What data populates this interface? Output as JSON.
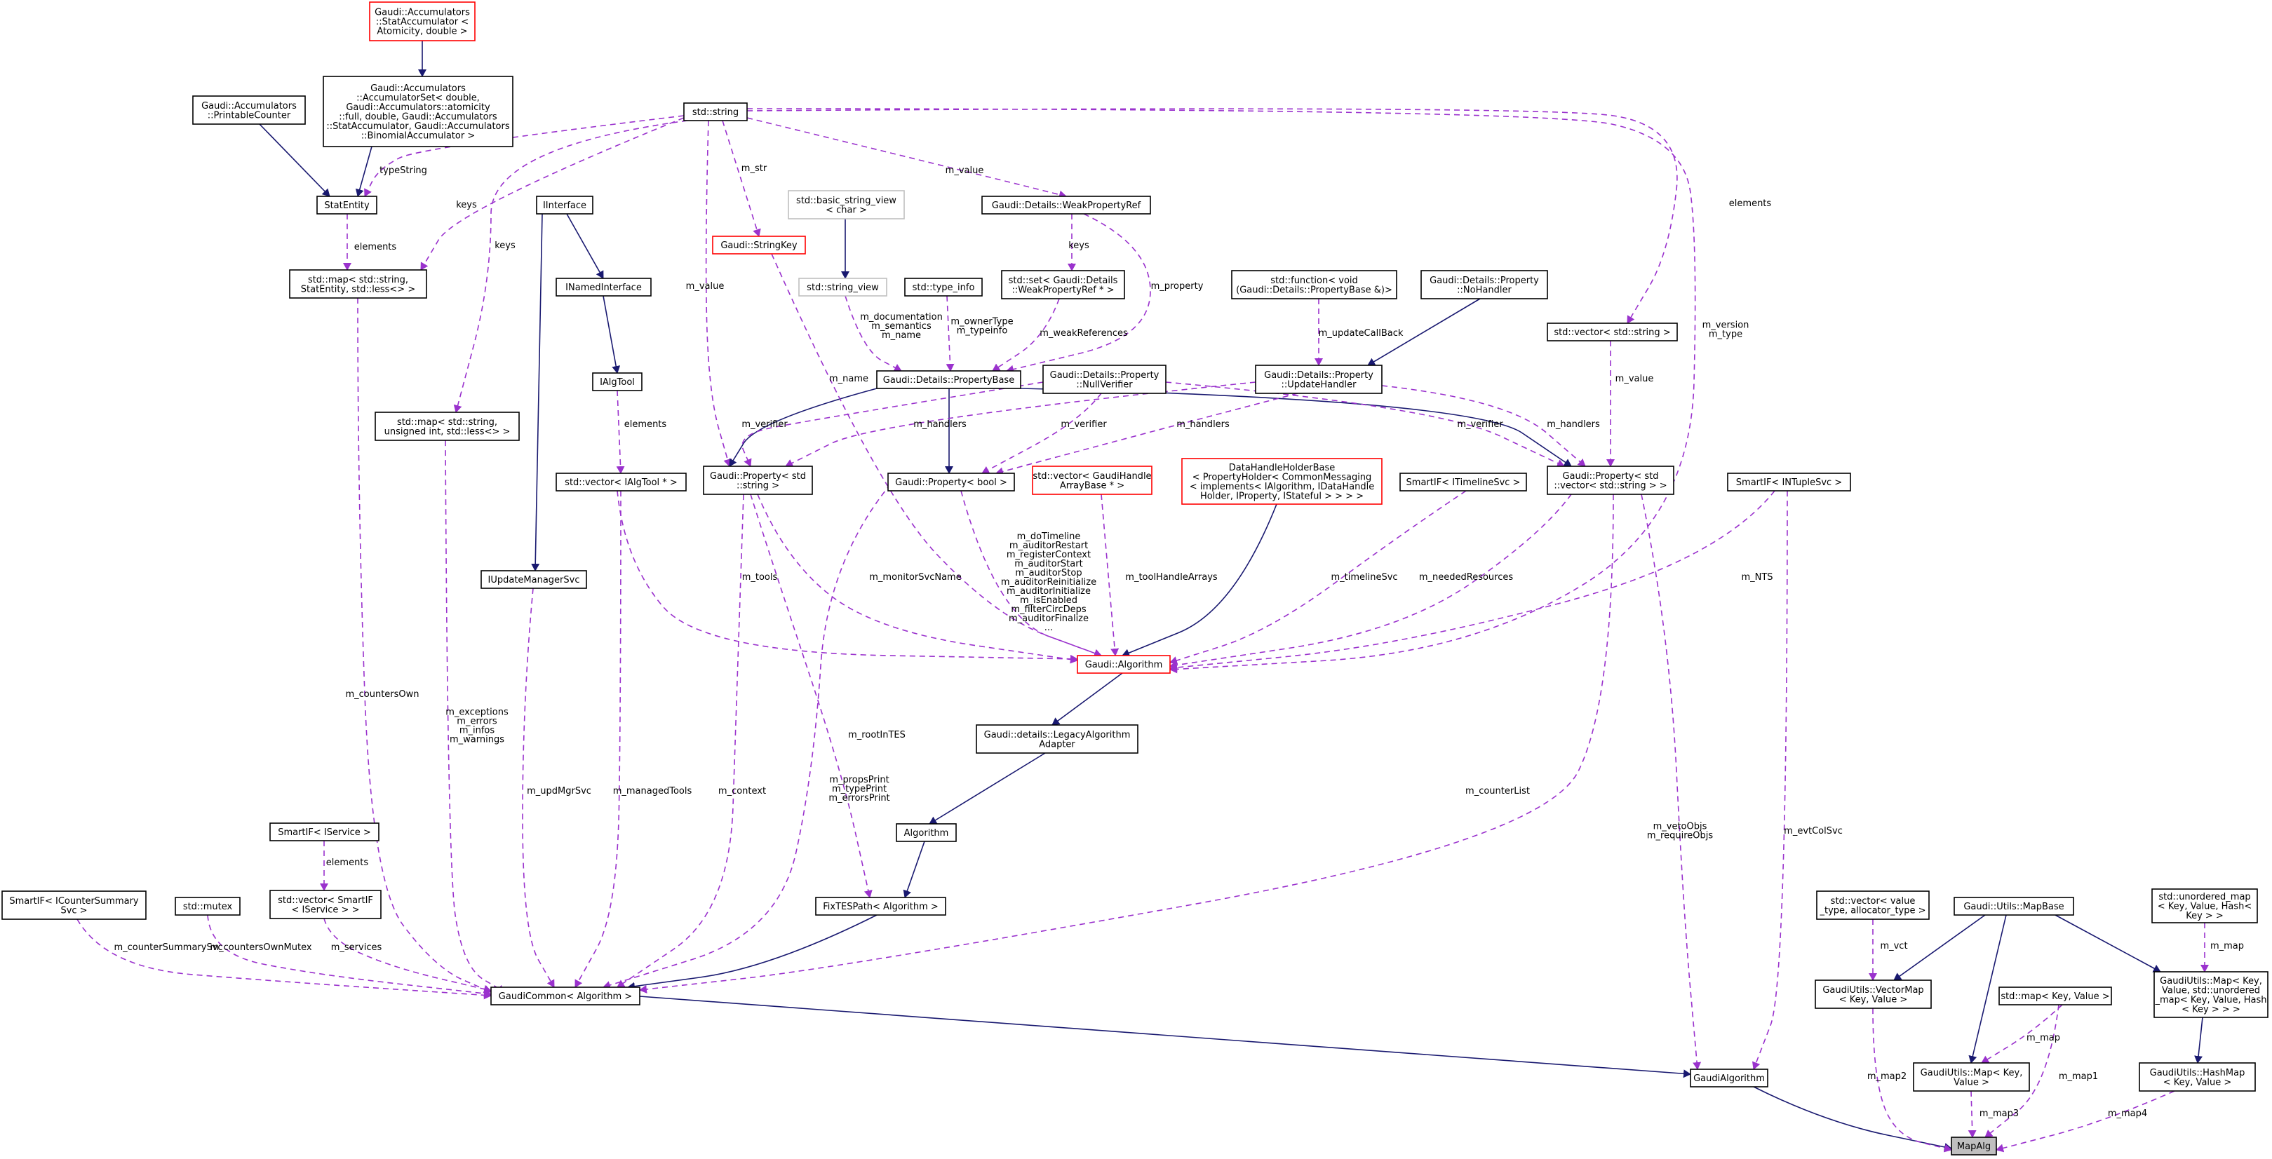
{
  "nodes": [
    {
      "id": "stat_accumulator",
      "lines": [
        "Gaudi::Accumulators",
        "::StatAccumulator <",
        "Atomicity, double >"
      ],
      "style": "red"
    },
    {
      "id": "accumulator_set",
      "lines": [
        "Gaudi::Accumulators",
        "::AccumulatorSet< double,",
        "Gaudi::Accumulators::atomicity",
        "::full, double, Gaudi::Accumulators",
        "::StatAccumulator, Gaudi::Accumulators",
        "::BinomialAccumulator >"
      ],
      "style": "normal"
    },
    {
      "id": "printable_counter",
      "lines": [
        "Gaudi::Accumulators",
        "::PrintableCounter"
      ],
      "style": "normal"
    },
    {
      "id": "std_string",
      "lines": [
        "std::string"
      ],
      "style": "normal"
    },
    {
      "id": "stat_entity",
      "lines": [
        "StatEntity"
      ],
      "style": "normal"
    },
    {
      "id": "iinterface",
      "lines": [
        "IInterface"
      ],
      "style": "normal"
    },
    {
      "id": "std_basic_string_view",
      "lines": [
        "std::basic_string_view",
        "< char >"
      ],
      "style": "grey"
    },
    {
      "id": "weak_property_ref",
      "lines": [
        "Gaudi::Details::WeakPropertyRef"
      ],
      "style": "normal"
    },
    {
      "id": "gaudi_stringkey",
      "lines": [
        "Gaudi::StringKey"
      ],
      "style": "red"
    },
    {
      "id": "map_string_statentity",
      "lines": [
        "std::map< std::string,",
        "StatEntity, std::less<> >"
      ],
      "style": "normal"
    },
    {
      "id": "inamed_interface",
      "lines": [
        "INamedInterface"
      ],
      "style": "normal"
    },
    {
      "id": "std_string_view",
      "lines": [
        "std::string_view"
      ],
      "style": "grey"
    },
    {
      "id": "std_type_info",
      "lines": [
        "std::type_info"
      ],
      "style": "normal"
    },
    {
      "id": "set_weakpropref",
      "lines": [
        "std::set< Gaudi::Details",
        "::WeakPropertyRef * >"
      ],
      "style": "normal"
    },
    {
      "id": "std_function_void",
      "lines": [
        "std::function< void",
        "(Gaudi::Details::PropertyBase &)>"
      ],
      "style": "normal"
    },
    {
      "id": "property_nohandler",
      "lines": [
        "Gaudi::Details::Property",
        "::NoHandler"
      ],
      "style": "normal"
    },
    {
      "id": "vector_string",
      "lines": [
        "std::vector< std::string >"
      ],
      "style": "normal"
    },
    {
      "id": "ialgtool",
      "lines": [
        "IAlgTool"
      ],
      "style": "normal"
    },
    {
      "id": "property_base",
      "lines": [
        "Gaudi::Details::PropertyBase"
      ],
      "style": "normal"
    },
    {
      "id": "null_verifier",
      "lines": [
        "Gaudi::Details::Property",
        "::NullVerifier"
      ],
      "style": "normal"
    },
    {
      "id": "update_handler",
      "lines": [
        "Gaudi::Details::Property",
        "::UpdateHandler"
      ],
      "style": "normal"
    },
    {
      "id": "map_string_uint",
      "lines": [
        "std::map< std::string,",
        "unsigned int, std::less<> >"
      ],
      "style": "normal"
    },
    {
      "id": "vector_ialgtool",
      "lines": [
        "std::vector< IAlgTool * >"
      ],
      "style": "normal"
    },
    {
      "id": "property_string",
      "lines": [
        "Gaudi::Property< std",
        "::string >"
      ],
      "style": "normal"
    },
    {
      "id": "property_bool",
      "lines": [
        "Gaudi::Property< bool >"
      ],
      "style": "normal"
    },
    {
      "id": "vector_gaudihandle",
      "lines": [
        "std::vector< GaudiHandle",
        "ArrayBase * >"
      ],
      "style": "red"
    },
    {
      "id": "datahandle_holder",
      "lines": [
        "DataHandleHolderBase",
        "< PropertyHolder< CommonMessaging",
        "< implements< IAlgorithm, IDataHandle",
        "Holder, IProperty, IStateful > > > >"
      ],
      "style": "red"
    },
    {
      "id": "smartif_itimeline",
      "lines": [
        "SmartIF< ITimelineSvc >"
      ],
      "style": "normal"
    },
    {
      "id": "property_vector_string",
      "lines": [
        "Gaudi::Property< std",
        "::vector< std::string > >"
      ],
      "style": "normal"
    },
    {
      "id": "smartif_intuple",
      "lines": [
        "SmartIF< INTupleSvc >"
      ],
      "style": "normal"
    },
    {
      "id": "iupdate_manager",
      "lines": [
        "IUpdateManagerSvc"
      ],
      "style": "normal"
    },
    {
      "id": "gaudi_algorithm",
      "lines": [
        "Gaudi::Algorithm"
      ],
      "style": "red"
    },
    {
      "id": "legacy_adapter",
      "lines": [
        "Gaudi::details::LegacyAlgorithm",
        "Adapter"
      ],
      "style": "normal"
    },
    {
      "id": "algorithm",
      "lines": [
        "Algorithm"
      ],
      "style": "normal"
    },
    {
      "id": "smartif_iservice",
      "lines": [
        "SmartIF< IService >"
      ],
      "style": "normal"
    },
    {
      "id": "smartif_icountersummary",
      "lines": [
        "SmartIF< ICounterSummary",
        "Svc >"
      ],
      "style": "normal"
    },
    {
      "id": "std_mutex",
      "lines": [
        "std::mutex"
      ],
      "style": "normal"
    },
    {
      "id": "vector_smartif_iservice",
      "lines": [
        "std::vector< SmartIF",
        "< IService > >"
      ],
      "style": "normal"
    },
    {
      "id": "fixtespath",
      "lines": [
        "FixTESPath< Algorithm >"
      ],
      "style": "normal"
    },
    {
      "id": "gaudi_common",
      "lines": [
        "GaudiCommon< Algorithm >"
      ],
      "style": "normal"
    },
    {
      "id": "vector_value_alloc",
      "lines": [
        "std::vector< value",
        "_type, allocator_type >"
      ],
      "style": "normal"
    },
    {
      "id": "utils_mapbase",
      "lines": [
        "Gaudi::Utils::MapBase"
      ],
      "style": "normal"
    },
    {
      "id": "unordered_map",
      "lines": [
        "std::unordered_map",
        "< Key, Value, Hash<",
        "Key > >"
      ],
      "style": "normal"
    },
    {
      "id": "vectormap",
      "lines": [
        "GaudiUtils::VectorMap",
        "< Key, Value >"
      ],
      "style": "normal"
    },
    {
      "id": "std_map_kv",
      "lines": [
        "std::map< Key, Value >"
      ],
      "style": "normal"
    },
    {
      "id": "utils_map_unordered",
      "lines": [
        "GaudiUtils::Map< Key,",
        "Value, std::unordered",
        "_map< Key, Value, Hash",
        "< Key > > >"
      ],
      "style": "normal"
    },
    {
      "id": "gaudi_algorithm2",
      "lines": [
        "GaudiAlgorithm"
      ],
      "style": "normal"
    },
    {
      "id": "utils_map_kv",
      "lines": [
        "GaudiUtils::Map< Key,",
        "Value >"
      ],
      "style": "normal"
    },
    {
      "id": "hashmap",
      "lines": [
        "GaudiUtils::HashMap",
        "< Key, Value >"
      ],
      "style": "normal"
    },
    {
      "id": "mapalg",
      "lines": [
        "MapAlg"
      ],
      "style": "current"
    }
  ],
  "edges": [
    {
      "from": "stat_accumulator",
      "to": "accumulator_set",
      "kind": "inheritance",
      "label": []
    },
    {
      "from": "printable_counter",
      "to": "stat_entity",
      "kind": "inheritance",
      "label": []
    },
    {
      "from": "accumulator_set",
      "to": "stat_entity",
      "kind": "inheritance",
      "label": []
    },
    {
      "from": "std_string",
      "to": "stat_entity",
      "kind": "usage",
      "label": [
        "typeString"
      ]
    },
    {
      "from": "stat_entity",
      "to": "map_string_statentity",
      "kind": "usage",
      "label": [
        "elements"
      ]
    },
    {
      "from": "std_string",
      "to": "map_string_statentity",
      "kind": "usage",
      "label": [
        "keys"
      ]
    },
    {
      "from": "std_string",
      "to": "map_string_uint",
      "kind": "usage",
      "label": [
        "keys"
      ]
    },
    {
      "from": "iinterface",
      "to": "inamed_interface",
      "kind": "inheritance",
      "label": []
    },
    {
      "from": "inamed_interface",
      "to": "ialgtool",
      "kind": "inheritance",
      "label": []
    },
    {
      "from": "iinterface",
      "to": "iupdate_manager",
      "kind": "inheritance",
      "label": []
    },
    {
      "from": "std_string",
      "to": "gaudi_stringkey",
      "kind": "usage",
      "label": [
        "m_str"
      ]
    },
    {
      "from": "std_basic_string_view",
      "to": "std_string_view",
      "kind": "inheritance",
      "label": []
    },
    {
      "from": "std_string",
      "to": "weak_property_ref",
      "kind": "usage",
      "label": [
        "m_value"
      ]
    },
    {
      "from": "weak_property_ref",
      "to": "set_weakpropref",
      "kind": "usage",
      "label": [
        "keys"
      ]
    },
    {
      "from": "std_string",
      "to": "property_string",
      "kind": "usage",
      "label": [
        "m_value"
      ]
    },
    {
      "from": "std_string_view",
      "to": "property_base",
      "kind": "usage",
      "label": [
        "m_documentation",
        "m_semantics",
        "m_name"
      ]
    },
    {
      "from": "std_type_info",
      "to": "property_base",
      "kind": "usage",
      "label": [
        "m_ownerType",
        "m_typeinfo"
      ]
    },
    {
      "from": "set_weakpropref",
      "to": "property_base",
      "kind": "usage",
      "label": [
        "m_weakReferences"
      ]
    },
    {
      "from": "property_base",
      "to": "weak_property_ref",
      "kind": "usage",
      "label": [
        "m_property"
      ]
    },
    {
      "from": "std_function_void",
      "to": "update_handler",
      "kind": "usage",
      "label": [
        "m_updateCallBack"
      ]
    },
    {
      "from": "property_nohandler",
      "to": "update_handler",
      "kind": "inheritance",
      "label": []
    },
    {
      "from": "std_string",
      "to": "vector_string",
      "kind": "usage",
      "label": [
        "elements"
      ]
    },
    {
      "from": "vector_string",
      "to": "property_vector_string",
      "kind": "usage",
      "label": [
        "m_value"
      ]
    },
    {
      "from": "ialgtool",
      "to": "vector_ialgtool",
      "kind": "usage",
      "label": [
        "elements"
      ]
    },
    {
      "from": "property_base",
      "to": "property_string",
      "kind": "inheritance",
      "label": []
    },
    {
      "from": "property_base",
      "to": "property_bool",
      "kind": "inheritance",
      "label": []
    },
    {
      "from": "property_base",
      "to": "property_vector_string",
      "kind": "inheritance",
      "label": []
    },
    {
      "from": "null_verifier",
      "to": "property_string",
      "kind": "usage",
      "label": [
        "m_verifier"
      ]
    },
    {
      "from": "null_verifier",
      "to": "property_bool",
      "kind": "usage",
      "label": [
        "m_verifier"
      ]
    },
    {
      "from": "null_verifier",
      "to": "property_vector_string",
      "kind": "usage",
      "label": [
        "m_verifier"
      ]
    },
    {
      "from": "update_handler",
      "to": "property_string",
      "kind": "usage",
      "label": [
        "m_handlers"
      ]
    },
    {
      "from": "update_handler",
      "to": "property_bool",
      "kind": "usage",
      "label": [
        "m_handlers"
      ]
    },
    {
      "from": "update_handler",
      "to": "property_vector_string",
      "kind": "usage",
      "label": [
        "m_handlers"
      ]
    },
    {
      "from": "vector_ialgtool",
      "to": "gaudi_algorithm",
      "kind": "usage",
      "label": [
        "m_tools"
      ]
    },
    {
      "from": "property_string",
      "to": "gaudi_algorithm",
      "kind": "usage",
      "label": [
        "m_monitorSvcName"
      ]
    },
    {
      "from": "gaudi_stringkey",
      "to": "gaudi_algorithm",
      "kind": "usage",
      "label": [
        "m_name"
      ]
    },
    {
      "from": "property_bool",
      "to": "gaudi_algorithm",
      "kind": "usage",
      "label": [
        "m_doTimeline",
        "m_auditorRestart",
        "m_registerContext",
        "m_auditorStart",
        "m_auditorStop",
        "m_auditorReinitialize",
        "m_auditorInitialize",
        "m_isEnabled",
        "m_filterCircDeps",
        "m_auditorFinalize",
        "..."
      ]
    },
    {
      "from": "vector_gaudihandle",
      "to": "gaudi_algorithm",
      "kind": "usage",
      "label": [
        "m_toolHandleArrays"
      ]
    },
    {
      "from": "datahandle_holder",
      "to": "gaudi_algorithm",
      "kind": "inheritance",
      "label": []
    },
    {
      "from": "smartif_itimeline",
      "to": "gaudi_algorithm",
      "kind": "usage",
      "label": [
        "m_timelineSvc"
      ]
    },
    {
      "from": "property_vector_string",
      "to": "gaudi_algorithm",
      "kind": "usage",
      "label": [
        "m_neededResources"
      ]
    },
    {
      "from": "smartif_intuple",
      "to": "gaudi_algorithm",
      "kind": "usage",
      "label": [
        "m_NTS"
      ]
    },
    {
      "from": "std_string",
      "to": "gaudi_algorithm",
      "kind": "usage",
      "label": [
        "m_version",
        "m_type"
      ]
    },
    {
      "from": "gaudi_algorithm",
      "to": "legacy_adapter",
      "kind": "inheritance",
      "label": []
    },
    {
      "from": "legacy_adapter",
      "to": "algorithm",
      "kind": "inheritance",
      "label": []
    },
    {
      "from": "algorithm",
      "to": "fixtespath",
      "kind": "inheritance",
      "label": []
    },
    {
      "from": "property_string",
      "to": "fixtespath",
      "kind": "usage",
      "label": [
        "m_rootInTES"
      ]
    },
    {
      "from": "smartif_iservice",
      "to": "vector_smartif_iservice",
      "kind": "usage",
      "label": [
        "elements"
      ]
    },
    {
      "from": "fixtespath",
      "to": "gaudi_common",
      "kind": "inheritance",
      "label": []
    },
    {
      "from": "map_string_statentity",
      "to": "gaudi_common",
      "kind": "usage",
      "label": [
        "m_countersOwn"
      ]
    },
    {
      "from": "map_string_uint",
      "to": "gaudi_common",
      "kind": "usage",
      "label": [
        "m_exceptions",
        "m_errors",
        "m_infos",
        "m_warnings"
      ]
    },
    {
      "from": "iupdate_manager",
      "to": "gaudi_common",
      "kind": "usage",
      "label": [
        "m_updMgrSvc"
      ]
    },
    {
      "from": "vector_ialgtool",
      "to": "gaudi_common",
      "kind": "usage",
      "label": [
        "m_managedTools"
      ]
    },
    {
      "from": "property_string",
      "to": "gaudi_common",
      "kind": "usage",
      "label": [
        "m_context"
      ]
    },
    {
      "from": "property_bool",
      "to": "gaudi_common",
      "kind": "usage",
      "label": [
        "m_propsPrint",
        "m_typePrint",
        "m_errorsPrint"
      ]
    },
    {
      "from": "property_vector_string",
      "to": "gaudi_common",
      "kind": "usage",
      "label": [
        "m_counterList"
      ]
    },
    {
      "from": "smartif_icountersummary",
      "to": "gaudi_common",
      "kind": "usage",
      "label": [
        "m_counterSummarySvc"
      ]
    },
    {
      "from": "std_mutex",
      "to": "gaudi_common",
      "kind": "usage",
      "label": [
        "m_countersOwnMutex"
      ]
    },
    {
      "from": "vector_smartif_iservice",
      "to": "gaudi_common",
      "kind": "usage",
      "label": [
        "m_services"
      ]
    },
    {
      "from": "gaudi_common",
      "to": "gaudi_algorithm2",
      "kind": "inheritance",
      "label": []
    },
    {
      "from": "property_vector_string",
      "to": "gaudi_algorithm2",
      "kind": "usage",
      "label": [
        "m_vetoObjs",
        "m_requireObjs"
      ]
    },
    {
      "from": "smartif_intuple",
      "to": "gaudi_algorithm2",
      "kind": "usage",
      "label": [
        "m_evtColSvc"
      ]
    },
    {
      "from": "vector_value_alloc",
      "to": "vectormap",
      "kind": "usage",
      "label": [
        "m_vct"
      ]
    },
    {
      "from": "utils_mapbase",
      "to": "vectormap",
      "kind": "inheritance",
      "label": []
    },
    {
      "from": "utils_mapbase",
      "to": "utils_map_kv",
      "kind": "inheritance",
      "label": []
    },
    {
      "from": "utils_mapbase",
      "to": "utils_map_unordered",
      "kind": "inheritance",
      "label": []
    },
    {
      "from": "unordered_map",
      "to": "utils_map_unordered",
      "kind": "usage",
      "label": [
        "m_map"
      ]
    },
    {
      "from": "std_map_kv",
      "to": "utils_map_kv",
      "kind": "usage",
      "label": [
        "m_map"
      ]
    },
    {
      "from": "utils_map_unordered",
      "to": "hashmap",
      "kind": "inheritance",
      "label": []
    },
    {
      "from": "gaudi_algorithm2",
      "to": "mapalg",
      "kind": "inheritance",
      "label": []
    },
    {
      "from": "vectormap",
      "to": "mapalg",
      "kind": "usage",
      "label": [
        "m_map2"
      ]
    },
    {
      "from": "utils_map_kv",
      "to": "mapalg",
      "kind": "usage",
      "label": [
        "m_map3"
      ]
    },
    {
      "from": "std_map_kv",
      "to": "mapalg",
      "kind": "usage",
      "label": [
        "m_map1"
      ]
    },
    {
      "from": "hashmap",
      "to": "mapalg",
      "kind": "usage",
      "label": [
        "m_map4"
      ]
    }
  ],
  "colors": {
    "inheritance": "#191970",
    "usage": "#9a32cd",
    "node_border": "#000000",
    "node_border_red": "#ff0000",
    "node_border_grey": "#bfbfbf",
    "current_fill": "#bfbfbf"
  }
}
